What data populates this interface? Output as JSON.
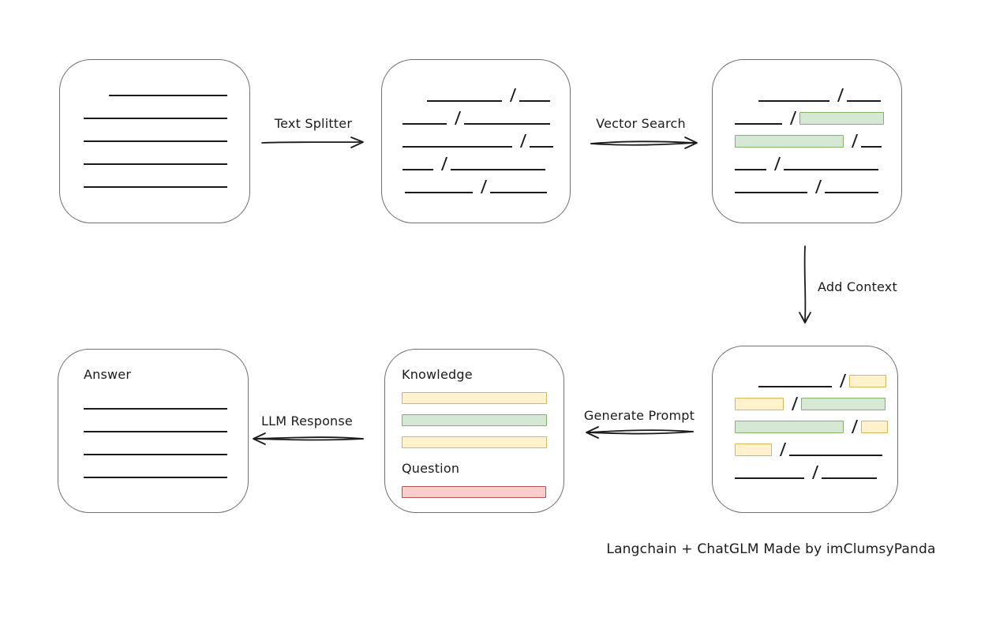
{
  "caption": "Langchain + ChatGLM Made by imClumsyPanda",
  "labels": {
    "text_splitter": "Text Splitter",
    "vector_search": "Vector Search",
    "add_context": "Add Context",
    "generate_prompt": "Generate Prompt",
    "llm_response": "LLM Response"
  },
  "colors": {
    "green_fill": "#d5e8d4",
    "green_border": "#82b366",
    "yellow_fill": "#fff2cc",
    "yellow_border": "#d6b656",
    "red_fill": "#f8cecc",
    "red_border": "#b85450",
    "box_border": "#6f6f6f",
    "ink": "#1b1b1b"
  },
  "boxes": {
    "document": {
      "rows": [
        {
          "indent": 32,
          "segs": [
            {
              "t": "line",
              "w": 150
            }
          ]
        },
        {
          "segs": [
            {
              "t": "line",
              "w": 182
            }
          ]
        },
        {
          "segs": [
            {
              "t": "line",
              "w": 182
            }
          ]
        },
        {
          "segs": [
            {
              "t": "line",
              "w": 182
            }
          ]
        },
        {
          "segs": [
            {
              "t": "line",
              "w": 182
            }
          ]
        }
      ]
    },
    "split_text": {
      "rows": [
        {
          "indent": 31,
          "segs": [
            {
              "t": "line",
              "w": 95
            },
            {
              "t": "slash"
            },
            {
              "t": "line",
              "w": 39
            }
          ]
        },
        {
          "segs": [
            {
              "t": "line",
              "w": 56
            },
            {
              "t": "slash"
            },
            {
              "t": "line",
              "w": 109
            }
          ]
        },
        {
          "segs": [
            {
              "t": "line",
              "w": 139
            },
            {
              "t": "slash"
            },
            {
              "t": "line",
              "w": 30
            }
          ]
        },
        {
          "segs": [
            {
              "t": "line",
              "w": 39
            },
            {
              "t": "slash"
            },
            {
              "t": "line",
              "w": 120
            }
          ]
        },
        {
          "indent": 3,
          "segs": [
            {
              "t": "line",
              "w": 86
            },
            {
              "t": "slash"
            },
            {
              "t": "line",
              "w": 72
            }
          ]
        }
      ]
    },
    "vector_results": {
      "rows": [
        {
          "indent": 30,
          "segs": [
            {
              "t": "line",
              "w": 90
            },
            {
              "t": "slash"
            },
            {
              "t": "line",
              "w": 43
            }
          ]
        },
        {
          "segs": [
            {
              "t": "line",
              "w": 60
            },
            {
              "t": "slash"
            },
            {
              "t": "chip",
              "c": "green",
              "w": 107
            }
          ]
        },
        {
          "segs": [
            {
              "t": "chip",
              "c": "green",
              "w": 138
            },
            {
              "t": "slash"
            },
            {
              "t": "line",
              "w": 26
            }
          ]
        },
        {
          "segs": [
            {
              "t": "line",
              "w": 40
            },
            {
              "t": "slash"
            },
            {
              "t": "line",
              "w": 120
            }
          ]
        },
        {
          "segs": [
            {
              "t": "line",
              "w": 92
            },
            {
              "t": "slash"
            },
            {
              "t": "line",
              "w": 68
            }
          ]
        }
      ]
    },
    "context_added": {
      "rows": [
        {
          "indent": 30,
          "segs": [
            {
              "t": "line",
              "w": 93
            },
            {
              "t": "slash"
            },
            {
              "t": "chip",
              "c": "yellow",
              "w": 47
            }
          ]
        },
        {
          "segs": [
            {
              "t": "chip",
              "c": "yellow",
              "w": 62
            },
            {
              "t": "slash"
            },
            {
              "t": "chip",
              "c": "green",
              "w": 107
            }
          ]
        },
        {
          "segs": [
            {
              "t": "chip",
              "c": "green",
              "w": 138
            },
            {
              "t": "slash"
            },
            {
              "t": "chip",
              "c": "yellow",
              "w": 34
            }
          ]
        },
        {
          "segs": [
            {
              "t": "chip",
              "c": "yellow",
              "w": 47
            },
            {
              "t": "slash"
            },
            {
              "t": "line",
              "w": 118
            }
          ]
        },
        {
          "segs": [
            {
              "t": "line",
              "w": 88
            },
            {
              "t": "slash"
            },
            {
              "t": "line",
              "w": 70
            }
          ]
        }
      ]
    },
    "prompt": {
      "rows": [
        {
          "segs": [
            {
              "t": "label",
              "text": "Knowledge",
              "name": "knowledge-label"
            }
          ]
        },
        {
          "segs": [
            {
              "t": "bar",
              "c": "yellow",
              "w": 184
            }
          ]
        },
        {
          "segs": [
            {
              "t": "bar",
              "c": "green",
              "w": 184
            }
          ]
        },
        {
          "segs": [
            {
              "t": "bar",
              "c": "yellow",
              "w": 184
            }
          ]
        },
        {
          "mt": 4,
          "segs": [
            {
              "t": "label",
              "text": "Question",
              "name": "question-label"
            }
          ]
        },
        {
          "segs": [
            {
              "t": "bar",
              "c": "red",
              "w": 183
            }
          ]
        }
      ]
    },
    "answer": {
      "rows": [
        {
          "mb": 6,
          "segs": [
            {
              "t": "label",
              "text": "Answer",
              "name": "answer-label"
            }
          ]
        },
        {
          "segs": [
            {
              "t": "line",
              "w": 182
            }
          ]
        },
        {
          "segs": [
            {
              "t": "line",
              "w": 182
            }
          ]
        },
        {
          "segs": [
            {
              "t": "line",
              "w": 182
            }
          ]
        },
        {
          "segs": [
            {
              "t": "line",
              "w": 182
            }
          ]
        }
      ]
    }
  }
}
